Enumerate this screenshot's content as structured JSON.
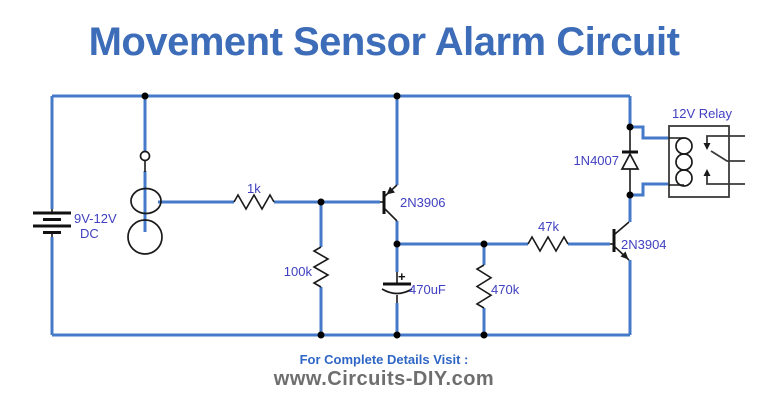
{
  "title": "Movement Sensor Alarm Circuit",
  "footer": {
    "line1": "For Complete Details Visit :",
    "line2": "www.Circuits-DIY.com"
  },
  "colors": {
    "wire_blue": "#4579c9",
    "title_blue": "#3d6cb8",
    "label_indigo": "#4040c0",
    "footer_blue": "#2f66c5",
    "footer_gray": "#6e6e6e",
    "component_black": "#1a1a1a"
  },
  "components": {
    "battery": {
      "label_line1": "9V-12V",
      "label_line2": "DC"
    },
    "sensor": {
      "name": "movement-sensor"
    },
    "r1": {
      "value": "1k"
    },
    "r2": {
      "value": "100k"
    },
    "r3": {
      "value": "47k"
    },
    "r4": {
      "value": "470k"
    },
    "c1": {
      "value": "470uF",
      "polarity": "+"
    },
    "q1": {
      "value": "2N3906"
    },
    "q2": {
      "value": "2N3904"
    },
    "d1": {
      "value": "1N4007"
    },
    "relay": {
      "value": "12V Relay"
    }
  }
}
